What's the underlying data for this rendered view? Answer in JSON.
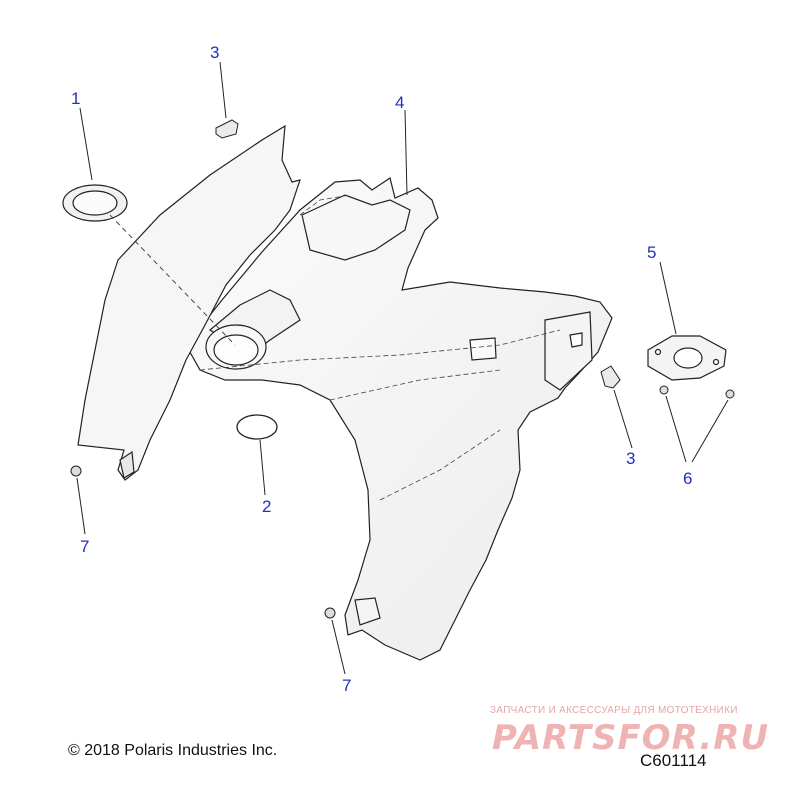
{
  "callouts": [
    "1",
    "2",
    "3",
    "4",
    "5",
    "6",
    "7"
  ],
  "callouts_repeated": [
    "3",
    "7"
  ],
  "copyright": "© 2018 Polaris Industries Inc.",
  "figure_code": "C601114",
  "watermark": {
    "tagline": "ЗАПЧАСТИ И АКСЕССУАРЫ ДЛЯ МОТОТЕХНИКИ",
    "brand": "PARTSFOR.RU"
  },
  "colors": {
    "callout": "#2030c0",
    "line": "#222222",
    "watermark": "#f0b3b3"
  }
}
